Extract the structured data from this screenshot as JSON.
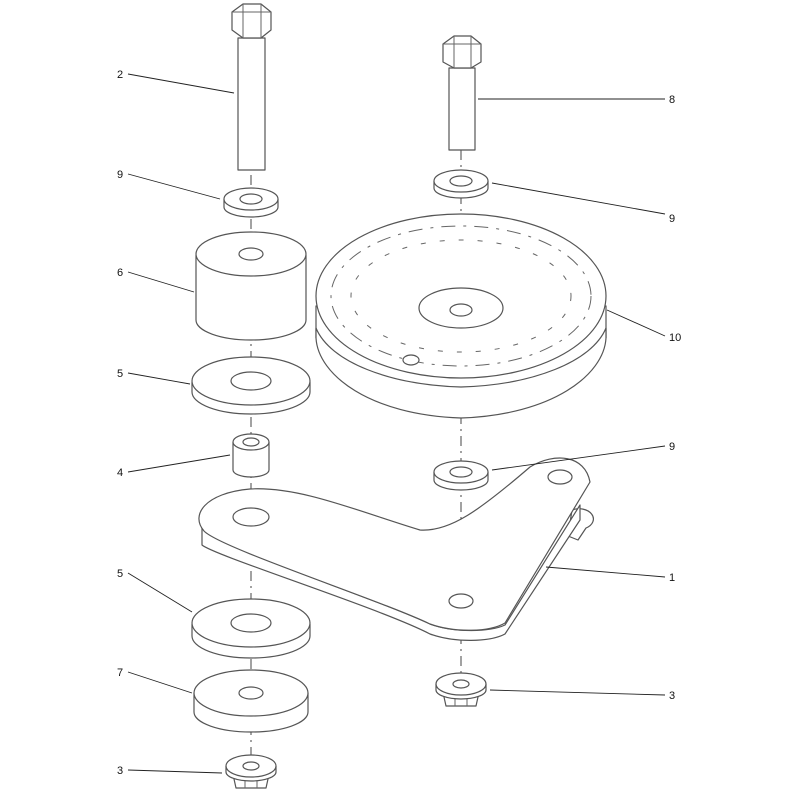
{
  "callouts": [
    {
      "id": "c2",
      "label": "2"
    },
    {
      "id": "c9a",
      "label": "9"
    },
    {
      "id": "c6",
      "label": "6"
    },
    {
      "id": "c5a",
      "label": "5"
    },
    {
      "id": "c4",
      "label": "4"
    },
    {
      "id": "c5b",
      "label": "5"
    },
    {
      "id": "c7",
      "label": "7"
    },
    {
      "id": "c3a",
      "label": "3"
    },
    {
      "id": "c8",
      "label": "8"
    },
    {
      "id": "c9b",
      "label": "9"
    },
    {
      "id": "c10",
      "label": "10"
    },
    {
      "id": "c9c",
      "label": "9"
    },
    {
      "id": "c1",
      "label": "1"
    },
    {
      "id": "c3b",
      "label": "3"
    }
  ]
}
